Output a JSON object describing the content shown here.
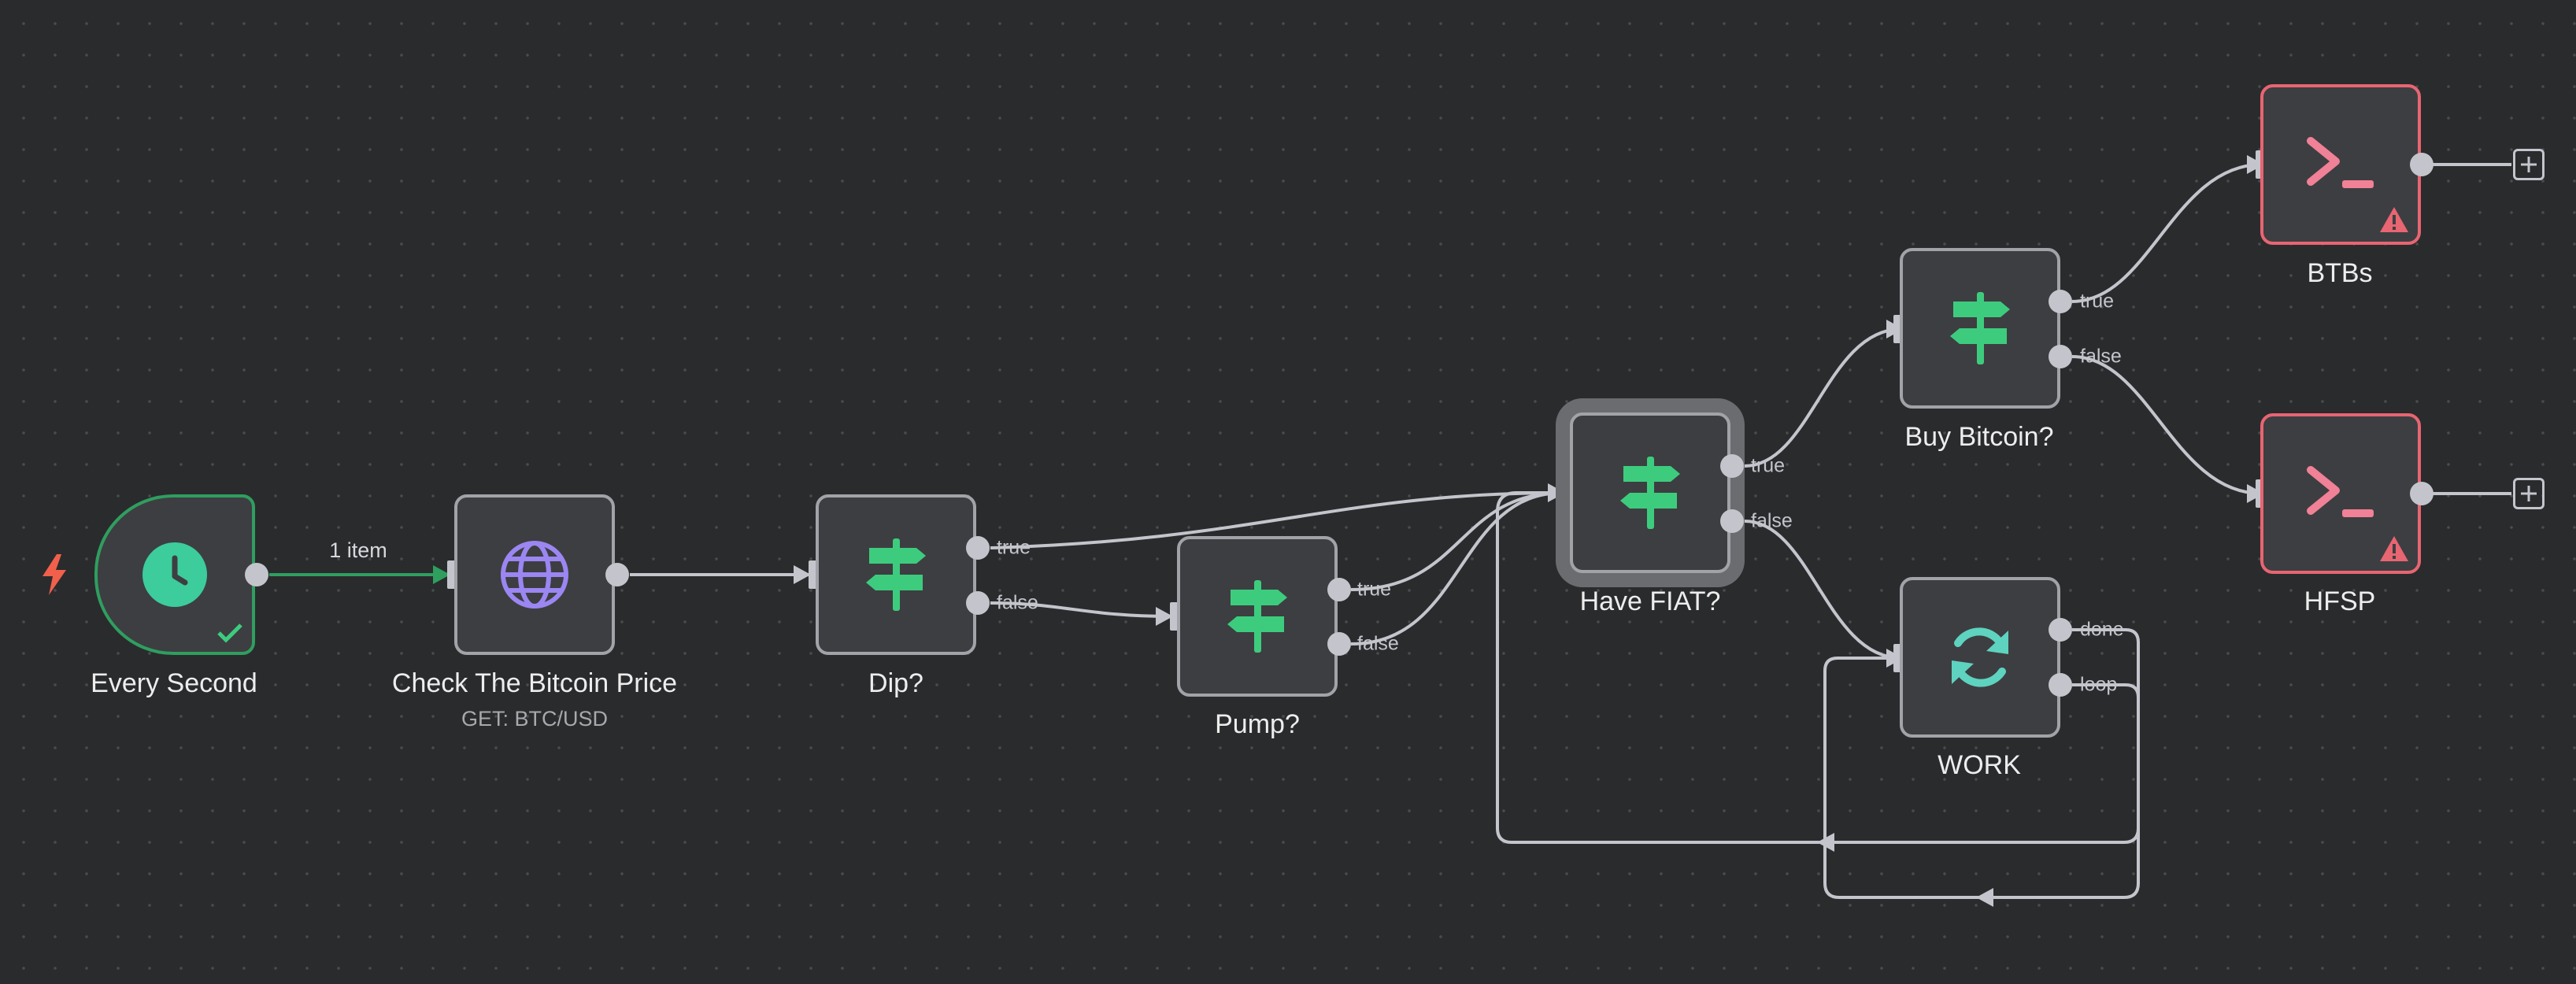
{
  "colors": {
    "canvas": "#2a2b2d",
    "node_fill": "#3d3e41",
    "node_border": "#a2a3a8",
    "success": "#2f9e5f",
    "error": "#e86572",
    "if_icon": "#3dcc7e",
    "globe_icon": "#9b86f2",
    "loop_icon": "#5ed3bf",
    "edge": "#c4c5cc"
  },
  "trigger_icon": "lightning-bolt-icon",
  "edges": {
    "trigger_to_http_label": "1 item"
  },
  "nodes": {
    "every_second": {
      "label": "Every Second",
      "icon": "clock-icon",
      "status": "success"
    },
    "check_price": {
      "label": "Check The Bitcoin Price",
      "sublabel": "GET: BTC/USD",
      "icon": "globe-icon"
    },
    "dip": {
      "label": "Dip?",
      "icon": "signpost-icon",
      "true_label": "true",
      "false_label": "false"
    },
    "pump": {
      "label": "Pump?",
      "icon": "signpost-icon",
      "true_label": "true",
      "false_label": "false"
    },
    "have_fiat": {
      "label": "Have FIAT?",
      "icon": "signpost-icon",
      "true_label": "true",
      "false_label": "false",
      "selected": true
    },
    "buy_bitcoin": {
      "label": "Buy Bitcoin?",
      "icon": "signpost-icon",
      "true_label": "true",
      "false_label": "false"
    },
    "work": {
      "label": "WORK",
      "icon": "refresh-loop-icon",
      "done_label": "done",
      "loop_label": "loop"
    },
    "btbs": {
      "label": "BTBs",
      "icon": "terminal-icon",
      "status": "error"
    },
    "hfsp": {
      "label": "HFSP",
      "icon": "terminal-icon",
      "status": "error"
    }
  }
}
